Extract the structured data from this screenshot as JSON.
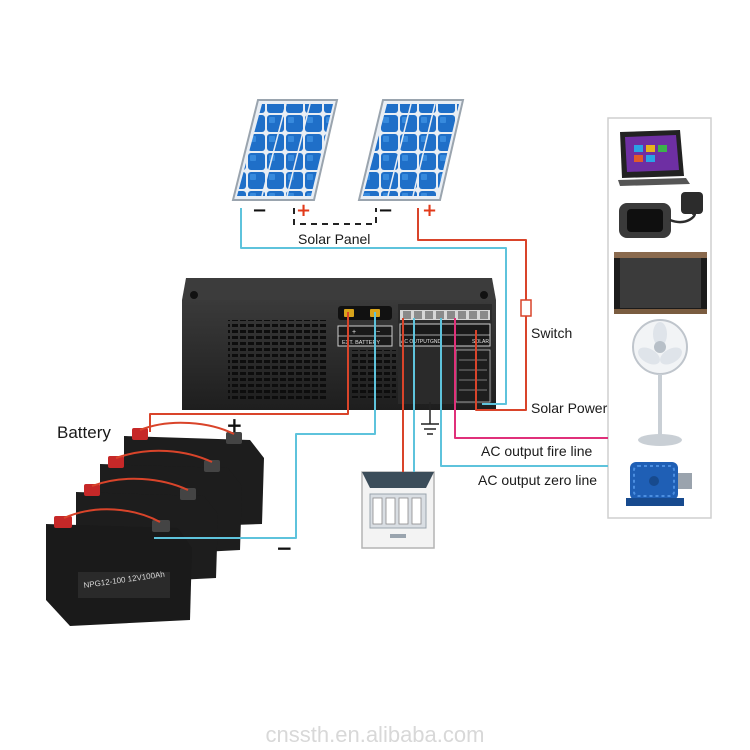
{
  "labels": {
    "solar_panel": "Solar Panel",
    "switch": "Switch",
    "solar_power": "Solar Power",
    "ac_fire": "AC output fire line",
    "ac_zero": "AC output zero line",
    "battery": "Battery"
  },
  "symbols": {
    "minus": "−",
    "plus": "+"
  },
  "inverter": {
    "ext_battery": "EXT. BATTERY",
    "terminal_polarity": [
      "+",
      "−"
    ],
    "ac_output": "AC OUTPUT",
    "gnd": "GND",
    "solar": "SOLAR"
  },
  "battery_label": {
    "model": "NPG12-100 12V100Ah"
  },
  "watermark": "cnssth.en.alibaba.com",
  "colors": {
    "cyan_wire": "#5ec3dc",
    "red_wire": "#d9442a",
    "black_wire": "#222222",
    "pink_wire": "#e0307a",
    "panel_cell": "#1f6fc8",
    "inverter_body": "#2b2b2b",
    "battery_body": "#1d1d1d"
  }
}
